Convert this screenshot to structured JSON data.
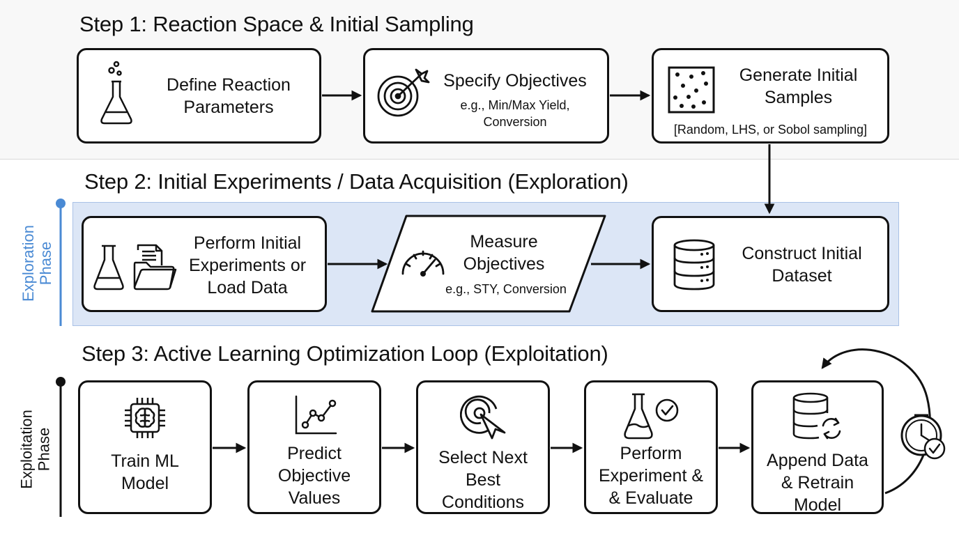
{
  "steps": {
    "step1": {
      "title": "Step 1: Reaction Space & Initial Sampling"
    },
    "step2": {
      "title": "Step 2: Initial Experiments / Data Acquisition (Exploration)"
    },
    "step3": {
      "title": "Step 3: Active Learning Optimization Loop (Exploitation)"
    }
  },
  "phases": {
    "exploration": {
      "line1": "Exploration",
      "line2": "Phase",
      "color": "#4a8ad4"
    },
    "exploitation": {
      "line1": "Exploitation",
      "line2": "Phase",
      "color": "#111111"
    }
  },
  "nodes": {
    "define_params": {
      "line1": "Define Reaction",
      "line2": "Parameters",
      "icon": "flask-bubbles-icon"
    },
    "specify_objectives": {
      "title": "Specify Objectives",
      "sub1": "e.g., Min/Max Yield,",
      "sub2": "Conversion",
      "icon": "target-arrow-icon"
    },
    "generate_samples": {
      "line1": "Generate Initial",
      "line2": "Samples",
      "note": "[Random, LHS, or Sobol sampling]",
      "icon": "scatter-points-icon"
    },
    "perform_initial": {
      "line1": "Perform Initial",
      "line2": "Experiments or",
      "line3": "Load Data",
      "icon": "flask-folder-icon"
    },
    "measure_objectives": {
      "line1": "Measure",
      "line2": "Objectives",
      "sub": "e.g., STY, Conversion",
      "icon": "gauge-icon"
    },
    "construct_dataset": {
      "line1": "Construct Initial",
      "line2": "Dataset",
      "icon": "database-icon"
    },
    "train_model": {
      "line1": "Train ML",
      "line2": "Model",
      "icon": "brain-chip-icon"
    },
    "predict_values": {
      "line1": "Predict",
      "line2": "Objective",
      "line3": "Values",
      "icon": "line-chart-icon"
    },
    "select_next": {
      "line1": "Select Next",
      "line2": "Best",
      "line3": "Conditions",
      "icon": "target-cursor-icon"
    },
    "perform_experiment": {
      "line1": "Perform",
      "line2": "Experiment &",
      "line3": "& Evaluate",
      "icon": "flask-check-icon"
    },
    "append_retrain": {
      "line1": "Append Data",
      "line2": "& Retrain",
      "line3": "Model",
      "icon": "database-refresh-icon"
    }
  },
  "loop": {
    "icon": "clock-check-icon"
  },
  "colors": {
    "ink": "#111111",
    "exploration_fill": "#dce6f6",
    "exploration_border": "#a9c1e6",
    "top_band": "#f8f8f8"
  }
}
